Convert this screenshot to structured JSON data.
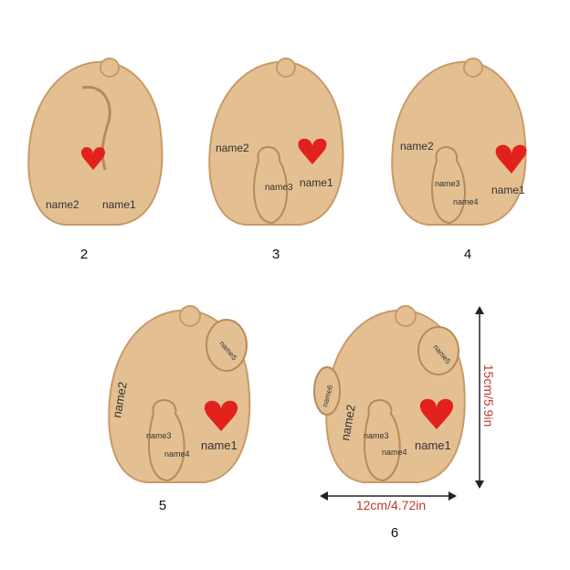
{
  "products": [
    {
      "caption": "2",
      "names": [
        "name2",
        "name1"
      ]
    },
    {
      "caption": "3",
      "names": [
        "name2",
        "name3",
        "name1"
      ]
    },
    {
      "caption": "4",
      "names": [
        "name2",
        "name3",
        "name4",
        "name1"
      ]
    },
    {
      "caption": "5",
      "names": [
        "name2",
        "name3",
        "name4",
        "name5",
        "name1"
      ]
    },
    {
      "caption": "6",
      "names": [
        "name2",
        "name3",
        "name4",
        "name5",
        "name6",
        "name1"
      ]
    }
  ],
  "dimensions": {
    "height_label": "15cm/5.9in",
    "width_label": "12cm/4.72in"
  },
  "colors": {
    "wood": "#e3bf92",
    "wood_dark": "#c99a68",
    "heart": "#e2211c",
    "dimension_text": "#c0392b"
  }
}
